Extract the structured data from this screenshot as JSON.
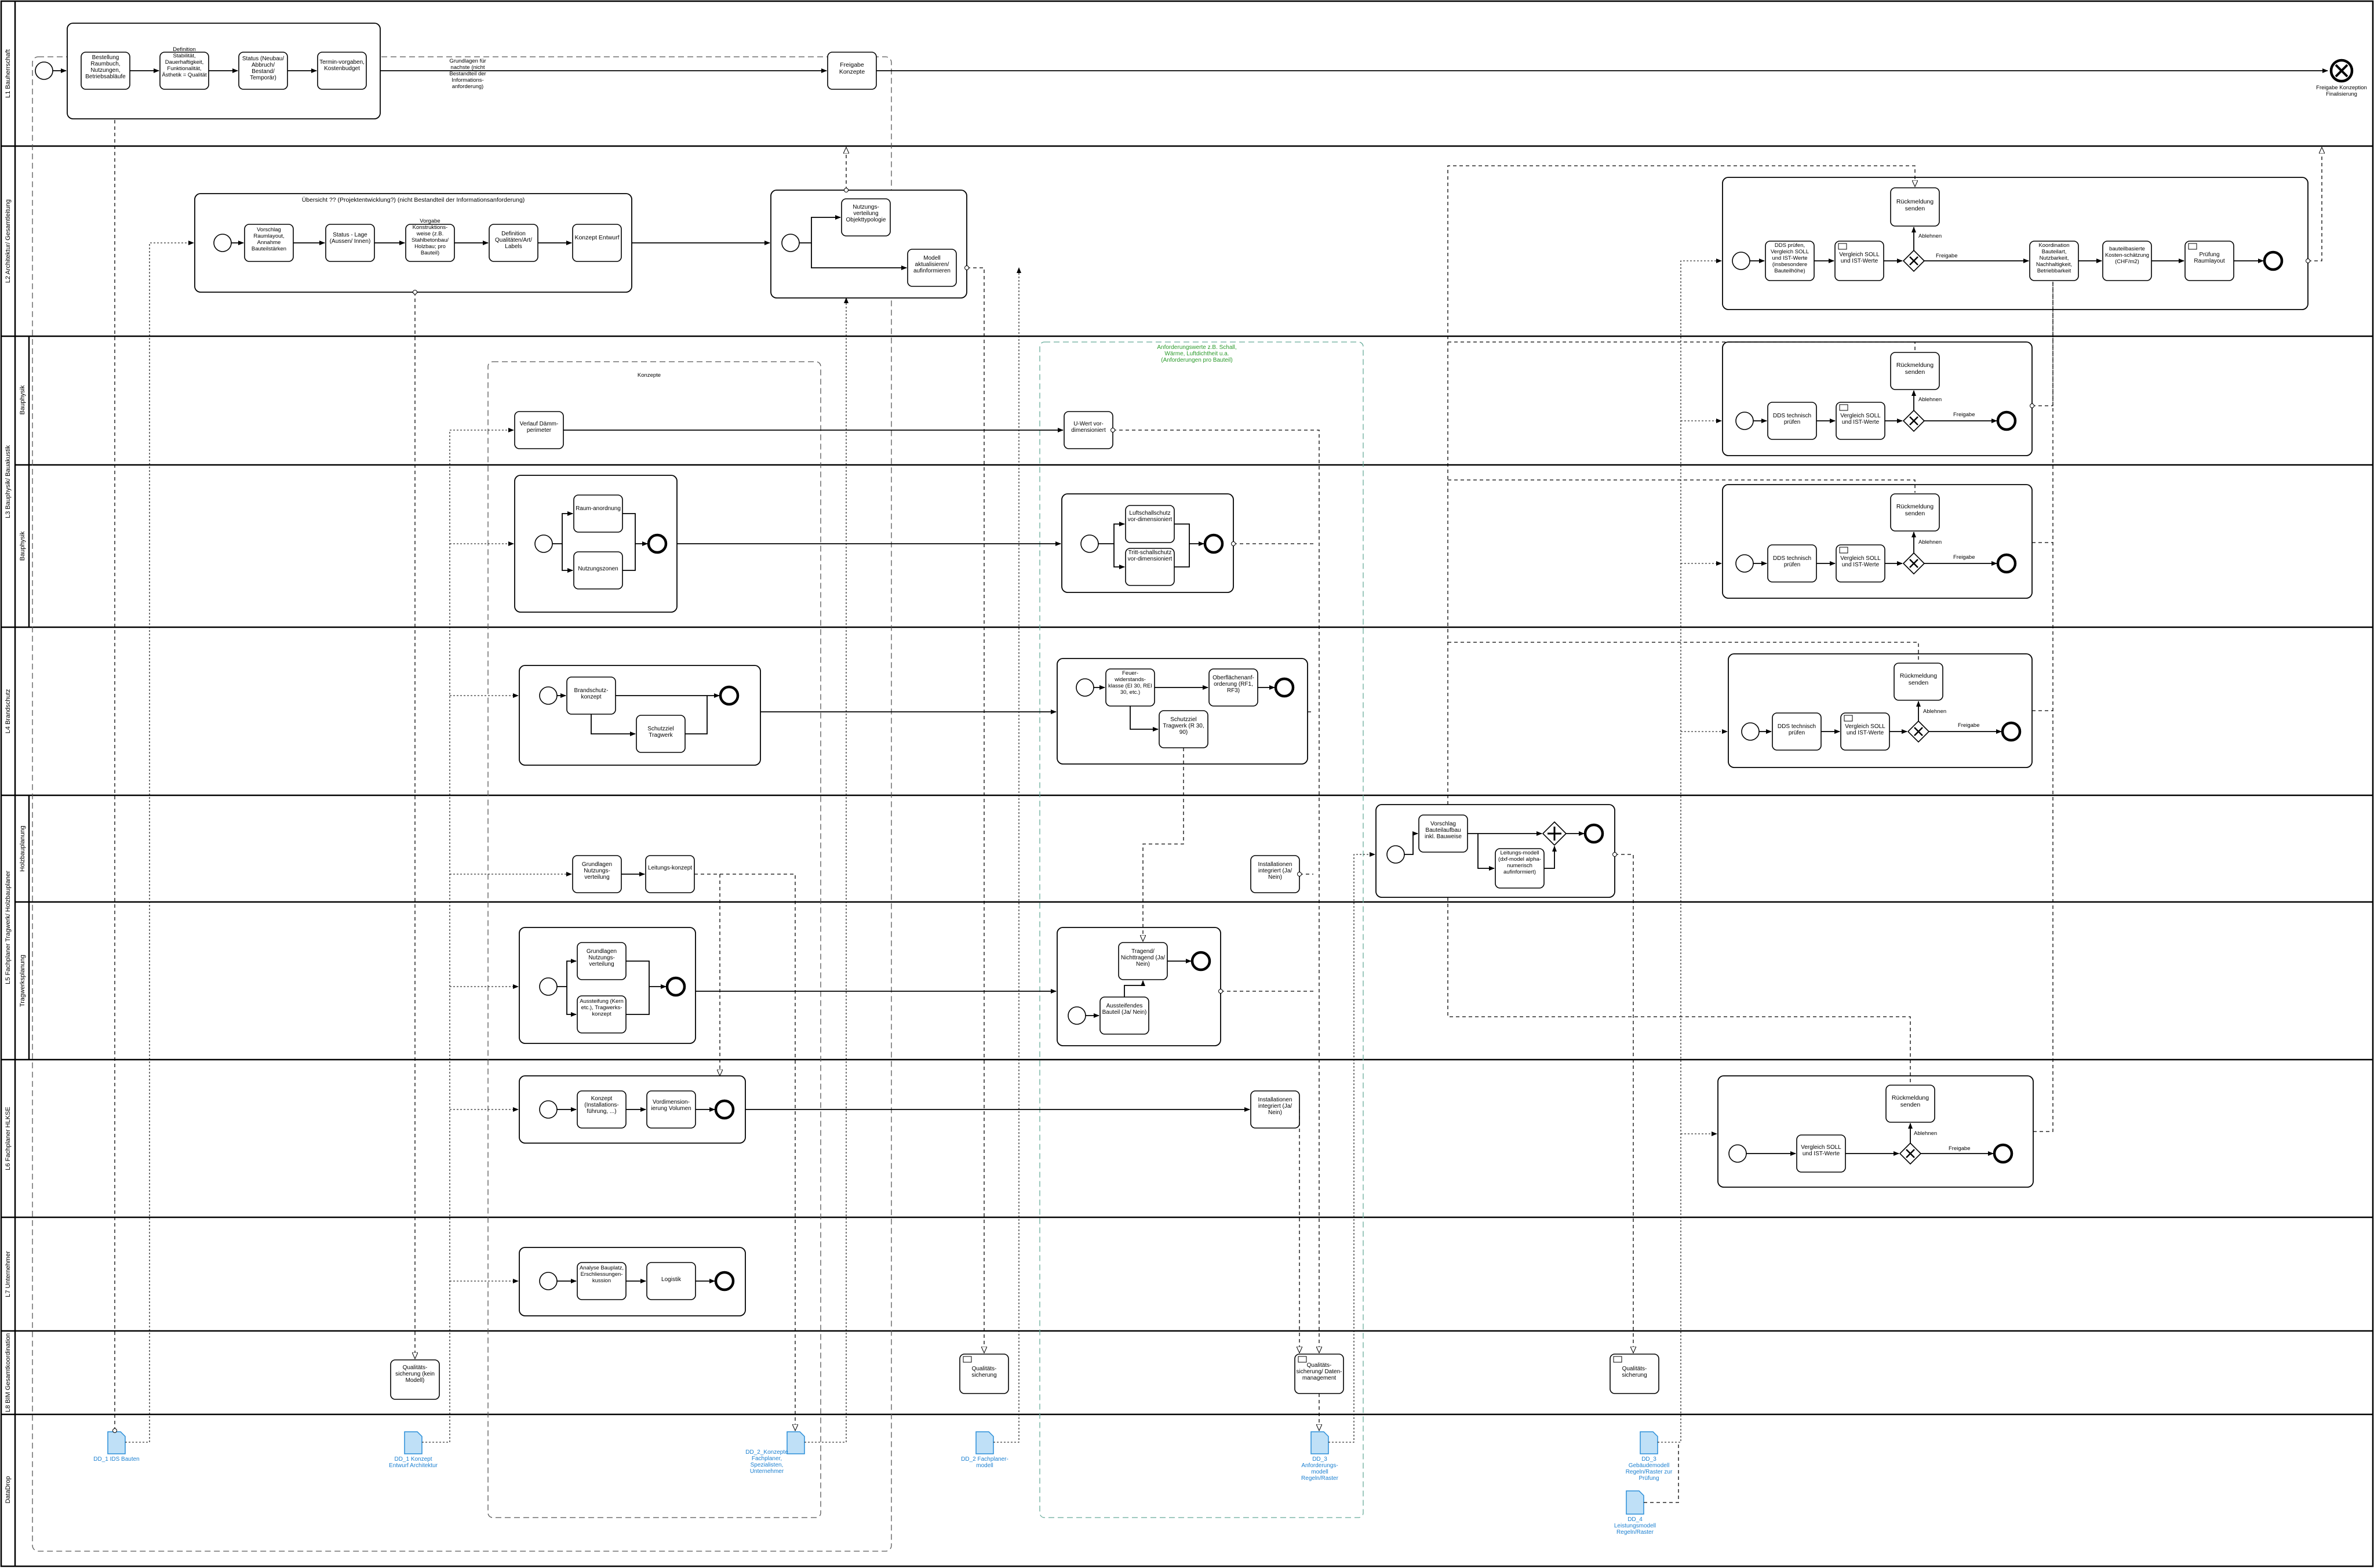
{
  "lanes": [
    {
      "label": "L1 Bauherrschaft"
    },
    {
      "label": "L2 Architektur/ Gesamtleitung"
    },
    {
      "label": "Bauphysik"
    },
    {
      "label": "Bauphysik"
    },
    {
      "label": "L3 Bauphysik/ Bauakustik"
    },
    {
      "label": "L4 Brandschutz"
    },
    {
      "label": "Holzbauplanung"
    },
    {
      "label": "Tragwerksplanung"
    },
    {
      "label": "L5 Fachplaner Tragwerk/ Holzbauplaner"
    },
    {
      "label": "L6 Fachplaner HLKSE"
    },
    {
      "label": "L7 Unternehmer"
    },
    {
      "label": "L8 BIM Gesamtkoordination"
    },
    {
      "label": "DataDrop"
    }
  ],
  "tasks": {
    "bestellung": "Bestellung Raumbuch, Nutzungen, Betriebsabläufe",
    "definition_stabilitaet": "Definition Stabilität, Dauerhaftigkeit, Funktionalität, Ästhetik = Qualität",
    "status_neubau": "Status (Neubau/ Abbruch/ Bestand/ Temporär)",
    "termin": "Termin-vorgaben, Kostenbudget",
    "grundlagen_text": "Grundlagen für nachste (nicht Bestandteil der Informations-anforderung)",
    "freigabe_konzepte": "Freigabe Konzepte",
    "end_freigabe": "Freigabe Konzeption Finalisierung",
    "uebersicht_label": "Übersicht ?? (Projektentwicklung?) (nicht Bestandteil der Informationsanforderung)",
    "vorschlag_raumlayout": "Vorschlag Raumlayout, Annahme Bauteilstärken",
    "status_lage": "Status - Lage (Aussen/ Innen)",
    "vorgabe_konstruktion": "Vorgabe Konstruktions-weise (z.B. Stahlbetonbau/ Holzbau; pro Bauteil)",
    "definition_qualitaet": "Definition Qualitäten/Art/ Labels",
    "konzept_entwurf": "Konzept Entwurf",
    "nutzungsverteilung": "Nutzungs-verteilung Objekttypologie",
    "modell_aktualisieren": "Modell aktualisieren/ aufinformieren",
    "dds_pruefen_soll": "DDS prüfen, Vergleich SOLL und IST-Werte (insbesondere Bauteilhöhe)",
    "vergleich_soll_ist": "Vergleich SOLL und IST-Werte",
    "rueckmeldung_senden": "Rückmeldung senden",
    "ablehnen": "Ablehnen",
    "freigabe": "Freigabe",
    "koordination": "Koordination Bauteilart, Nutzbarkeit, Nachhaltigkeit, Betriebbarkeit",
    "bauteilbasierte_kosten": "bauteilbasierte Kosten-schätzung (CHF/m2)",
    "pruefung_raumlayout": "Prüfung Raumlayout",
    "konzepte_group": "Konzepte",
    "anforderung_green": "Anforderungswerte z.B. Schall, Wärme, Luftdichtheit u.a. (Anforderungen pro Bauteil)",
    "verlauf_daemm": "Verlauf Dämm-perimeter",
    "u_wert": "U-Wert vor-dimensioniert",
    "dds_technisch": "DDS technisch prüfen",
    "raumanordnung": "Raum-anordnung",
    "nutzungszonen": "Nutzungszonen",
    "luftschall": "Luftschallschutz vor-dimensioniert",
    "trittschall": "Tritt-schallschutz vor-dimensioniert",
    "brandschutzkonzept": "Brandschutz-konzept",
    "schutzziel_tragwerk": "Schutzziel Tragwerk",
    "feuerwiderstand": "Feuer-widerstands-klasse (EI 30, REI 30, etc.)",
    "oberflaechen": "Oberflächenanf-orderung (RF1, RF3)",
    "schutzziel_tragwerk_r30": "Schutzziel Tragwerk (R 30, 90)",
    "rueckmeldung_senden2": "Rückmeldung senden",
    "grundlagen_nutzung": "Grundlagen Nutzungs-verteilung",
    "leitungskonzept": "Leitungs-konzept",
    "installationen_integriert": "Installationen integriert (Ja/ Nein)",
    "vorschlag_bauteilaufbau": "Vorschlag Bauteilaufbau inkl. Bauweise",
    "leitungsmodell": "Leitungs-modell (dxf-model alpha-numerisch aufinformiert)",
    "grundlagen_nutzungsverteilung": "Grundlagen Nutzungs-verteilung",
    "aussteifung": "Aussteifung (Kern etc.), Tragwerks-konzept",
    "tragend": "Tragend/ Nichttragend (Ja/ Nein)",
    "aussteifendes": "Aussteifendes Bauteil (Ja/ Nein)",
    "konzept_installation": "Konzept (Installations-führung, ...)",
    "vordimensionierung": "Vordimension-ierung Volumen",
    "installationen_integriert2": "Installationen integriert (Ja/ Nein)",
    "analyse_bauplatz": "Analyse Bauplatz, Erschliessungen-kussion",
    "logistik": "Logistik",
    "qs_kein_modell": "Qualitäts-sicherung (kein Modell)",
    "qs": "Qualitäts-sicherung",
    "qs_daten": "Qualitäts-sicherung/ Daten-management",
    "qs2": "Qualitäts-sicherung"
  },
  "documents": {
    "d0": "DD_1 IDS Bauten",
    "d1": "DD_1 Konzept Entwurf Architektur",
    "d2": "DD_2_Konzepte Fachplaner, Spezialisten, Unternehmer",
    "d3": "DD_2 Fachplaner-modell",
    "d4": "DD_3 Anforderungs-modell Regeln/Raster",
    "d5": "DD_3 Gebäudemodell Regeln/Raster zur Prüfung",
    "d6": "DD_4 Leistungsmodell Regeln/Raster"
  },
  "colors": {
    "doc_fill": "#bfe0f7",
    "doc_stroke": "#2a8ed8",
    "doc_label": "#1a7fd0",
    "green_note": "#2a9a2a"
  }
}
